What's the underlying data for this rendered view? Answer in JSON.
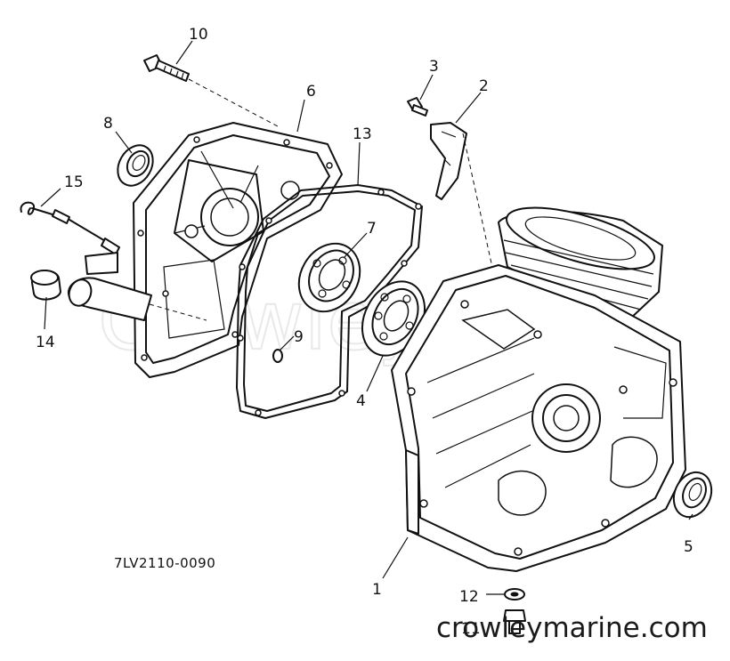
{
  "diagram": {
    "labels": {
      "p1": "1",
      "p2": "2",
      "p3": "3",
      "p4": "4",
      "p5": "5",
      "p6": "6",
      "p7": "7",
      "p8": "8",
      "p9": "9",
      "p10": "10",
      "p11": "11",
      "p12": "12",
      "p13": "13",
      "p14": "14",
      "p15": "15"
    },
    "code": "7LV2110-0090",
    "watermark": "crowleymarine.com"
  }
}
